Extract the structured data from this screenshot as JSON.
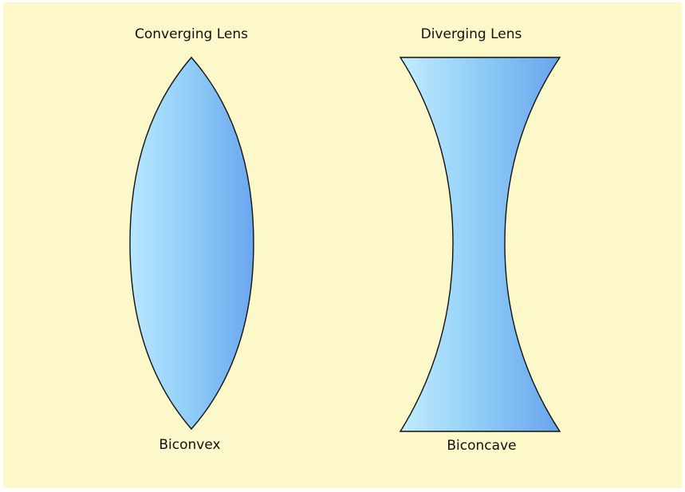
{
  "diagram": {
    "converging": {
      "title": "Converging Lens",
      "caption": "Biconvex"
    },
    "diverging": {
      "title": "Diverging Lens",
      "caption": "Biconcave"
    },
    "colors": {
      "background": "#fdf8c9",
      "lens_light": "#bfeaff",
      "lens_mid": "#8fcdf6",
      "lens_dark": "#6aa8ee",
      "outline": "#111111"
    }
  }
}
